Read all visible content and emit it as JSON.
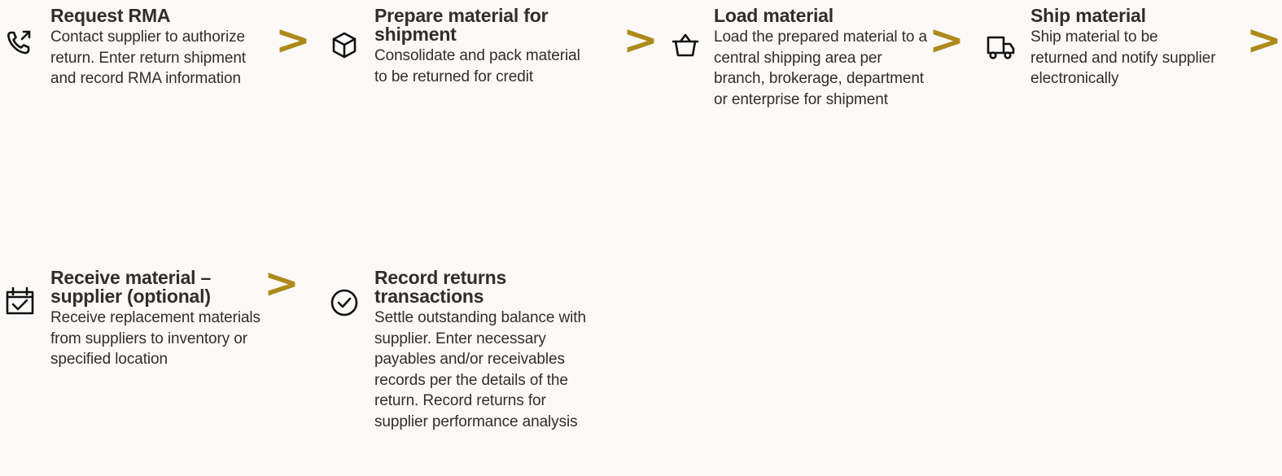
{
  "steps": [
    {
      "title": "Request RMA",
      "description": "Contact supplier to authorize return. Enter return shipment and record RMA information",
      "icon": "phone-outgoing-icon"
    },
    {
      "title": "Prepare material for shipment",
      "description": "Consolidate and pack material to be returned for credit",
      "icon": "package-box-icon"
    },
    {
      "title": "Load material",
      "description": "Load the prepared material to a central shipping area  per branch, brokerage, department or enterprise for shipment",
      "icon": "basket-icon"
    },
    {
      "title": "Ship material",
      "description": "Ship material to be returned and notify supplier electronically",
      "icon": "delivery-truck-icon"
    },
    {
      "title": "Receive material – supplier (optional)",
      "description": "Receive replacement materials from suppliers to inventory or specified location",
      "icon": "calendar-check-icon"
    },
    {
      "title": "Record returns transactions",
      "description": "Settle outstanding balance with supplier. Enter necessary payables and/or receivables records per the details of the return. Record returns for supplier performance analysis",
      "icon": "check-circle-icon"
    }
  ],
  "arrow_glyph": ">",
  "colors": {
    "background": "#fbf9f7",
    "text": "#312d2a",
    "arrow": "#ad8a1b"
  }
}
